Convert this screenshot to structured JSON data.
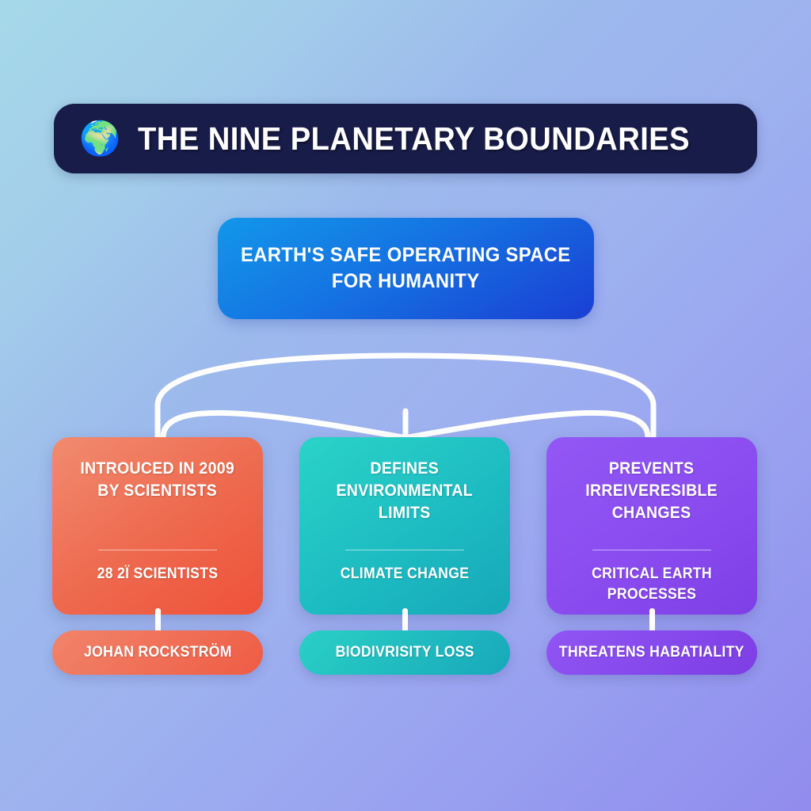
{
  "header": {
    "icon": "globe-icon",
    "icon_glyph": "🌍",
    "title": "THE NINE PLANETARY BOUNDARIES",
    "background_color": "#181c48"
  },
  "subtitle": {
    "line1": "EARTH'S SAFE OPERATING SPACE",
    "line2": "FOR HUMANITY",
    "gradient_from": "#1297ea",
    "gradient_to": "#1a3fd4"
  },
  "cards": [
    {
      "heading_line1": "INTROUCED IN 2009",
      "heading_line2": "BY SCIENTISTS",
      "subtext_line1": "28 2Ï SCIENTISTS",
      "subtext_line2": "",
      "pill_label": "JOHAN ROCKSTRÖM",
      "color_from": "#f18b6f",
      "color_to": "#ef5139"
    },
    {
      "heading_line1": "DEFINES",
      "heading_line2": "ENVIRONMENTAL",
      "heading_line3": "LIMITS",
      "subtext_line1": "CLIMATE CHANGE",
      "subtext_line2": "",
      "pill_label": "BIODIVRISITY LOSS",
      "color_from": "#2ad3c7",
      "color_to": "#16a8b8"
    },
    {
      "heading_line1": "PREVENTS",
      "heading_line2": "IRREIVERESIBLE",
      "heading_line3": "CHANGES",
      "subtext_line1": "CRITICAL EARTH",
      "subtext_line2": "PROCESSES",
      "pill_label": "THREATENS HABATIALITY",
      "color_from": "#9257f5",
      "color_to": "#7e3fe6"
    }
  ],
  "background": {
    "from": "#a5d9e9",
    "to": "#918cee"
  },
  "connectors": {
    "color": "#ffffff",
    "count": 3
  }
}
